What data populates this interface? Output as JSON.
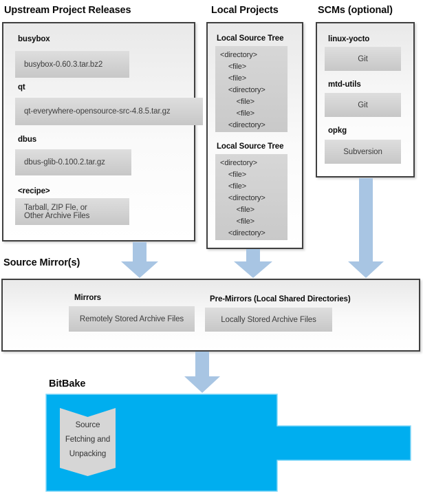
{
  "colors": {
    "bitbake_cyan": "#00AEEF",
    "bitbake_edge": "#85D9F8",
    "arrow_blue": "#A8C5E3",
    "panel_border": "#3F3F3F",
    "inner_box_gray": "#D9D9D9"
  },
  "upstream": {
    "title": "Upstream Project Releases",
    "items": [
      {
        "label": "busybox",
        "value": "busybox-0.60.3.tar.bz2"
      },
      {
        "label": "qt",
        "value": "qt-everywhere-opensource-src-4.8.5.tar.gz"
      },
      {
        "label": "dbus",
        "value": "dbus-glib-0.100.2.tar.gz"
      },
      {
        "label": "<recipe>",
        "value": "Tarball, ZIP Fle, or\nOther Archive Files"
      }
    ]
  },
  "local": {
    "title": "Local Projects",
    "trees": [
      {
        "label": "Local Source Tree",
        "content": "<directory>\n    <file>\n    <file>\n    <directory>\n        <file>\n        <file>\n    <directory>"
      },
      {
        "label": "Local Source Tree",
        "content": "<directory>\n    <file>\n    <file>\n    <directory>\n        <file>\n        <file>\n    <directory>"
      }
    ]
  },
  "scms": {
    "title": "SCMs (optional)",
    "items": [
      {
        "label": "linux-yocto",
        "value": "Git"
      },
      {
        "label": "mtd-utils",
        "value": "Git"
      },
      {
        "label": "opkg",
        "value": "Subversion"
      }
    ]
  },
  "mirrors": {
    "title": "Source Mirror(s)",
    "mirrors_label": "Mirrors",
    "mirrors_value": "Remotely Stored Archive Files",
    "premirrors_label": "Pre-Mirrors (Local Shared Directories)",
    "premirrors_value": "Locally Stored Archive Files"
  },
  "bitbake": {
    "title": "BitBake",
    "process": "Source\nFetching and\nUnpacking"
  }
}
